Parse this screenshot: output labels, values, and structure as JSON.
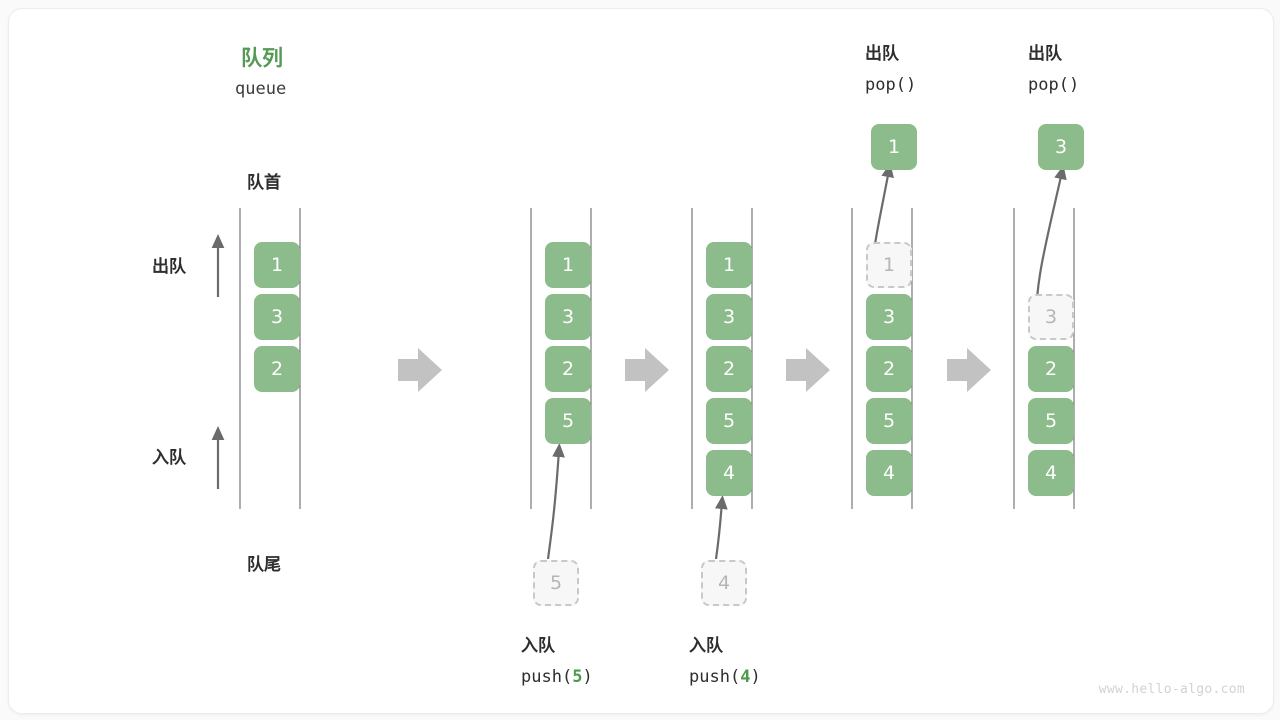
{
  "card": {
    "title_cn": "队列",
    "title_en": "queue",
    "front_label": "队首",
    "rear_label": "队尾",
    "dequeue_label": "出队",
    "enqueue_label": "入队",
    "watermark": "www.hello-algo.com",
    "colors": {
      "accent_green": "#559955",
      "cell_green": "#8cbc8b",
      "ghost_gray": "#b6b6b6",
      "arrow_gray": "#c2c2c2",
      "rail_gray": "#5a5a5a",
      "text_dark": "#2e2e2e",
      "watermark_gray": "#d2d2d2"
    }
  },
  "steps": [
    {
      "id": "initial",
      "cells": [
        {
          "value": "1",
          "state": "filled",
          "slot": 0
        },
        {
          "value": "3",
          "state": "filled",
          "slot": 1
        },
        {
          "value": "2",
          "state": "filled",
          "slot": 2
        }
      ],
      "side_arrows": [
        {
          "name": "dequeue",
          "label": "出队"
        },
        {
          "name": "enqueue",
          "label": "入队"
        }
      ]
    },
    {
      "id": "push-5",
      "cells": [
        {
          "value": "1",
          "state": "filled",
          "slot": 0
        },
        {
          "value": "3",
          "state": "filled",
          "slot": 1
        },
        {
          "value": "2",
          "state": "filled",
          "slot": 2
        },
        {
          "value": "5",
          "state": "filled",
          "slot": 3
        }
      ],
      "incoming": {
        "value": "5",
        "state": "ghost"
      },
      "op_cn": "入队",
      "op_code_prefix": "push(",
      "op_code_value": "5",
      "op_code_suffix": ")"
    },
    {
      "id": "push-4",
      "cells": [
        {
          "value": "1",
          "state": "filled",
          "slot": 0
        },
        {
          "value": "3",
          "state": "filled",
          "slot": 1
        },
        {
          "value": "2",
          "state": "filled",
          "slot": 2
        },
        {
          "value": "5",
          "state": "filled",
          "slot": 3
        },
        {
          "value": "4",
          "state": "filled",
          "slot": 4
        }
      ],
      "incoming": {
        "value": "4",
        "state": "ghost"
      },
      "op_cn": "入队",
      "op_code_prefix": "push(",
      "op_code_value": "4",
      "op_code_suffix": ")"
    },
    {
      "id": "pop-1",
      "cells": [
        {
          "value": "1",
          "state": "ghost",
          "slot": 0
        },
        {
          "value": "3",
          "state": "filled",
          "slot": 1
        },
        {
          "value": "2",
          "state": "filled",
          "slot": 2
        },
        {
          "value": "5",
          "state": "filled",
          "slot": 3
        },
        {
          "value": "4",
          "state": "filled",
          "slot": 4
        }
      ],
      "outgoing": {
        "value": "1",
        "state": "filled"
      },
      "op_cn": "出队",
      "op_code": "pop()"
    },
    {
      "id": "pop-3",
      "cells": [
        {
          "value": "3",
          "state": "ghost",
          "slot": 1
        },
        {
          "value": "2",
          "state": "filled",
          "slot": 2
        },
        {
          "value": "5",
          "state": "filled",
          "slot": 3
        },
        {
          "value": "4",
          "state": "filled",
          "slot": 4
        }
      ],
      "outgoing": {
        "value": "3",
        "state": "filled"
      },
      "op_cn": "出队",
      "op_code": "pop()"
    }
  ],
  "transitions": [
    {
      "name": "transition-arrow-1"
    },
    {
      "name": "transition-arrow-2"
    },
    {
      "name": "transition-arrow-3"
    },
    {
      "name": "transition-arrow-4"
    }
  ]
}
